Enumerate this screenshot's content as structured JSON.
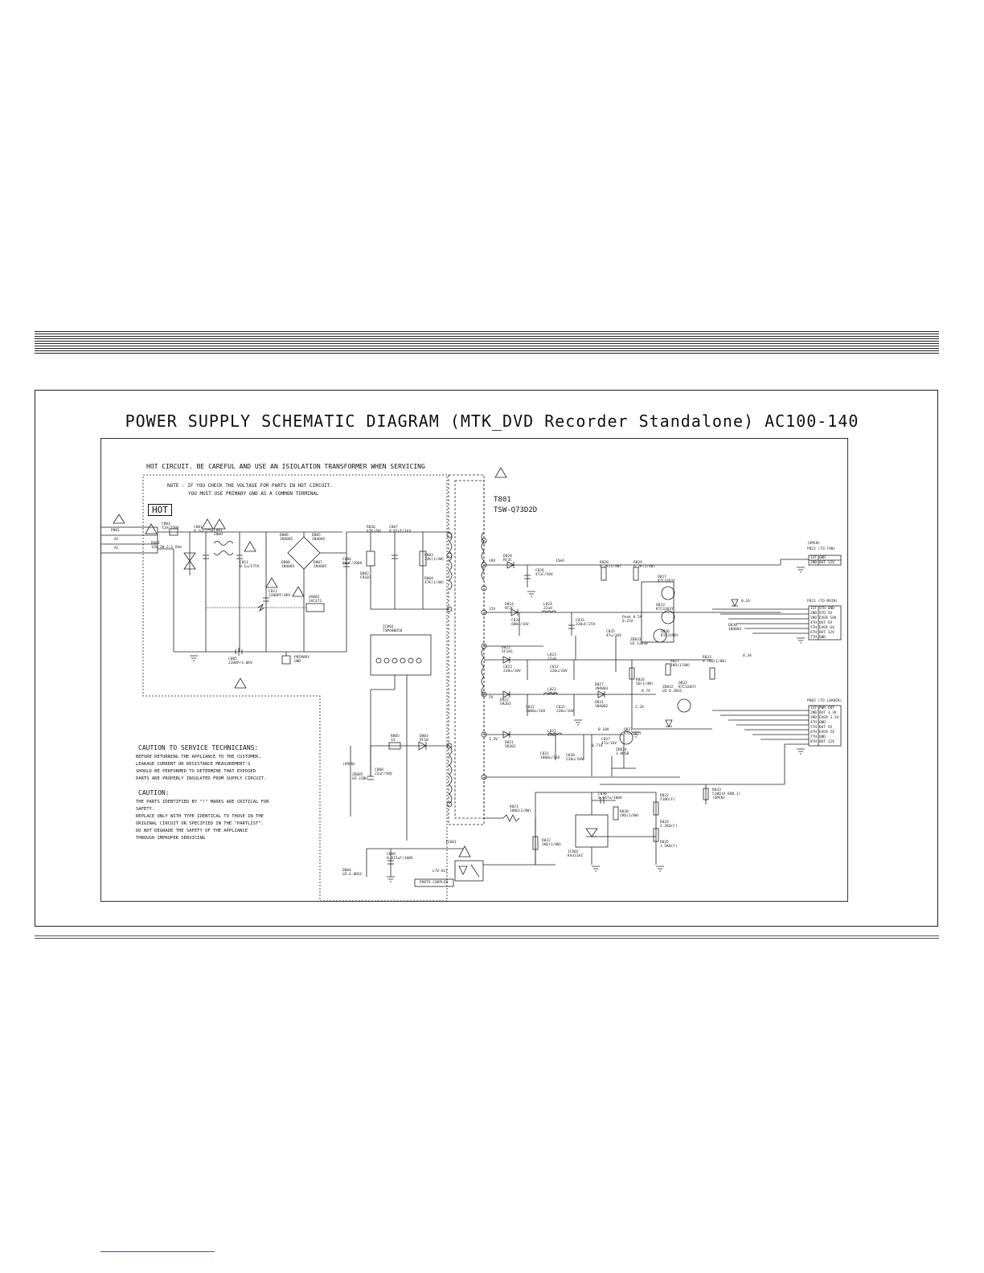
{
  "title": "POWER SUPPLY SCHEMATIC DIAGRAM (MTK_DVD Recorder Standalone) AC100-140",
  "hot_circuit_header": "HOT CIRCUIT.    BE CAREFUL AND USE AN ISIOLATION TRANSFORMER WHEN SERVICING",
  "note_line1": "NOTE : IF YOU CHECK THE VOLTAGE FOR PARTS IN HOT CIRCUIT.",
  "note_line2": "YOU MUST USE PRIMARY GND AS A COMMON TERMINAL",
  "hot_badge": "HOT",
  "transformer": {
    "ref": "T801",
    "part": "TSW-Q73D2D"
  },
  "caution_service": {
    "heading": "CAUTION TO SERVICE TECHNICIANS:",
    "lines": [
      "BEFORE RETURNING THE APPLIANCE TO THE CUSTOMER,",
      "LEAKAGE CURRENT OR RESISTANCE MEASUREMENT'S",
      "SHOULD BE PERFORMED TO DETERMINE THAT EXPOSED",
      "PARTS ARE PROPERLY INSULATED FROM SUPPLY CIRCUIT."
    ]
  },
  "caution_parts": {
    "heading": "CAUTION:",
    "lines": [
      "THE PARTS IDENTIFIED BY \"!\" MARKS ARE CRITICAL FOR",
      "SAFETY.",
      "REPLACE ONLY WITH TYPE IDENTICAL TO THOSE IN THE",
      "ORIGINAL CIRCUIT OR SPECIFIED IN THE \"PARTLIST\".",
      "DO NOT DEGRADE THE SAFETY OF THE APPLIANCE",
      "THROUGH IMPROPER SERVICING"
    ]
  },
  "input_connector": {
    "ref": "P801",
    "pins": [
      "AC",
      "AC"
    ]
  },
  "connector_fan": {
    "heading": "(OPEN)",
    "ref": "P822 (TO FAN)",
    "pins": [
      "1ST GND",
      "2ND OUT 12V"
    ]
  },
  "connector_main": {
    "ref": "P821 (TO MAIN)",
    "pins": [
      "1ST STD GND",
      "2ND STD 5V",
      "3RD EVER 18V",
      "4TH OUT 5V",
      "5TH EVER 6V",
      "6TH OUT 12V",
      "7TH GND"
    ]
  },
  "connector_loader": {
    "ref": "P802 (TO LOADER)",
    "pins": [
      "1ST PWR CNT",
      "2ND OUT 3.3V",
      "3RD EVER 3.3V",
      "4TH GND",
      "5TH OUT 5V",
      "6TH EVER 5V",
      "7TH GND",
      "8TH OUT 12V"
    ]
  },
  "labels": {
    "f801": "F801\nT2A/250V",
    "r801": "R801\n1CW 2W 2.2 Ohm",
    "c801": "C801\n0.1u/275V",
    "l801": "L801\n20mH",
    "c811": "C811\n0.1u/275V",
    "bridge_a": "D806\n1N4005",
    "bridge_b": "D805\n1N4005",
    "bridge_c": "D807\n1N4005",
    "bridge_d": "D808\n1N4005",
    "c806": "C806\n68uF/200V",
    "r836": "R836\n47K(2W)",
    "c807": "C807\n0.01uF/1kV",
    "r803": "R803\n33K(1/4W)",
    "r804": "R804\n47K(1/4W)",
    "d802": "D802\nFR107",
    "c812": "C812\n2200PF/4KV",
    "vr801": "VA802\nSVC471",
    "c805": "C805\n2200P/4.0KV",
    "primary_gnd": "PRIMARY\nGND",
    "ic803": "IC803\nTSM400D50",
    "r805": "R805\n33",
    "d803": "D803\nRF1B",
    "c808": "C808\n22uF/50V",
    "zd805": "ZD805\nUZ-22BH",
    "open": "(OPEN)",
    "d804": "D804\nUZ-6.8BSC",
    "c809": "C809\n0.015uF/100V",
    "ic801": "IC801",
    "photo_coupler": "PHOTO COUPLER",
    "ltv": "LTV-817",
    "v18": "18V",
    "d828": "D828\nRF3C",
    "c826": "C826\n47uF/50V",
    "ma15": "15mA",
    "r828": "R828\n8.2K(1/4W)",
    "r829": "R829\n6.2K(1/4W)",
    "q827": "Q827\nKTC3203Y",
    "q833": "Q833\nKTC3203Y",
    "q836": "Q836\nKTC3198Y",
    "v12": "12V",
    "d824": "D824\nRF3C",
    "l824": "L824\n22uH",
    "c834": "C834\n680u/16V",
    "c833": "C833\n220uF/25V",
    "peak": "Peak 0.5A\n0.25A",
    "c835": "C835\n47u/16V",
    "zd833": "ZD833\nUZ-13BSB",
    "d838": "D838\n1N4003",
    "a01": "0.1A",
    "a03": "0.3A",
    "d822": "D822\nSF34G",
    "l823": "L823\n22uH",
    "c823": "C823\n220u/10V",
    "c832": "C832\n220u/10V",
    "v5": "5V",
    "d822b": "D822\nSR203",
    "l822": "L822\n22uH",
    "d827": "D827\n1N4003",
    "c822": "C822\n1000u/16V",
    "c831": "C831\n220u/16V",
    "d831": "D831\n1N4002",
    "r826": "R826\n5Ω(1/4W)",
    "r827": "R827\n1KΩ(1/8W)",
    "q832": "Q832\nKTC3205Y",
    "zd832": "ZD832\nUZ-8.2BSC",
    "r833": "R833\n4.7KΩ(1/8W)",
    "a07": "0.7A",
    "a22": "2.2A",
    "v33": "3.3V",
    "d821": "D821\nSR302",
    "l821": "L821\n22uH",
    "c821": "C821\n1000u/16V",
    "c830": "C830\n220u/10V",
    "c837": "C837\n47u/16V",
    "q821": "Q821\nKTC3205Y",
    "zd834": "ZD834\n3.9BSB",
    "a018": "0.18A",
    "a071": "0.71A",
    "r821": "R821\n100Ω(1/8W)",
    "r822": "R822\n1KΩ(1/8W)",
    "c836": "C836\n0.047u/100V",
    "r832": "R832\n510Ω(F)",
    "r830": "R830\n1KΩ(1/8W)",
    "r824": "R824\n2.2KΩ(F)",
    "r835": "R835\n1.5KΩ(F)",
    "ic802": "IC802\nKA431AZ",
    "r833b": "R833\n510Ω(H_DAN.1)\n(OPEN)",
    "d806b": "D806\n1N4005",
    "d805b": "D805\n1N4005"
  },
  "colors": {
    "ink": "#111111",
    "frame": "#222222",
    "page": "#ffffff"
  }
}
